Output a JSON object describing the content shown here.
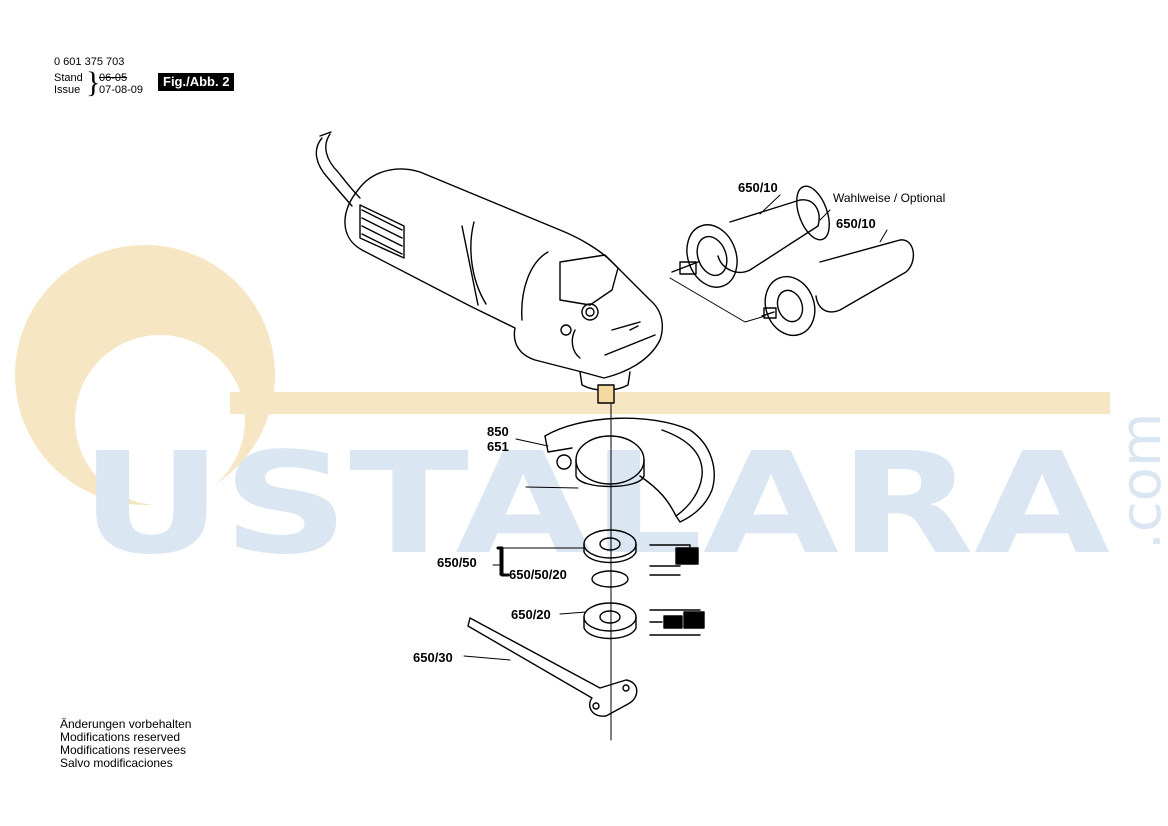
{
  "header": {
    "part_number": "0 601 375 703",
    "stand_label": "Stand",
    "issue_label": "Issue",
    "stand_date": "06-05",
    "issue_date": "07-08-09",
    "figure_label": "Fig./Abb. 2"
  },
  "parts": {
    "p850": "850",
    "p651": "651",
    "p650_10_a": "650/10",
    "p650_10_b": "650/10",
    "p650_50": "650/50",
    "p650_50_20": "650/50/20",
    "p650_20": "650/20",
    "p650_30": "650/30"
  },
  "optional_note": "Wahlweise / Optional",
  "watermark": {
    "text": "USTALARA",
    "suffix": ".com"
  },
  "footer": {
    "lines": [
      "Änderungen vorbehalten",
      "Modifications reserved",
      "Modifications reservees",
      "Salvo modificaciones"
    ]
  },
  "colors": {
    "watermark_orange": "#f6e6c4",
    "watermark_blue": "#dbe6f3",
    "line": "#000000"
  }
}
